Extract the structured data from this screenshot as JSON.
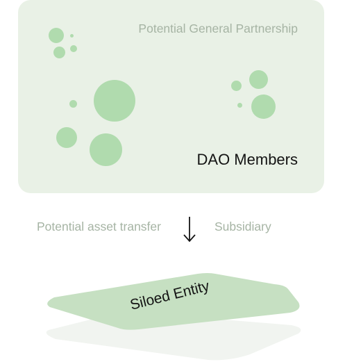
{
  "diagram": {
    "partnership": {
      "label": "Potential General Partnership",
      "members_label": "DAO Members"
    },
    "flow": {
      "left_label": "Potential asset transfer",
      "right_label": "Subsidiary",
      "arrow_icon": "arrow-down-icon"
    },
    "entity": {
      "label": "Siloed Entity"
    },
    "colors": {
      "panel": "#e9f1e6",
      "dot": "#b0dbae",
      "muted_text": "#a6b4a4",
      "dark_text": "#141414",
      "plane": "#c6e0c2"
    }
  }
}
